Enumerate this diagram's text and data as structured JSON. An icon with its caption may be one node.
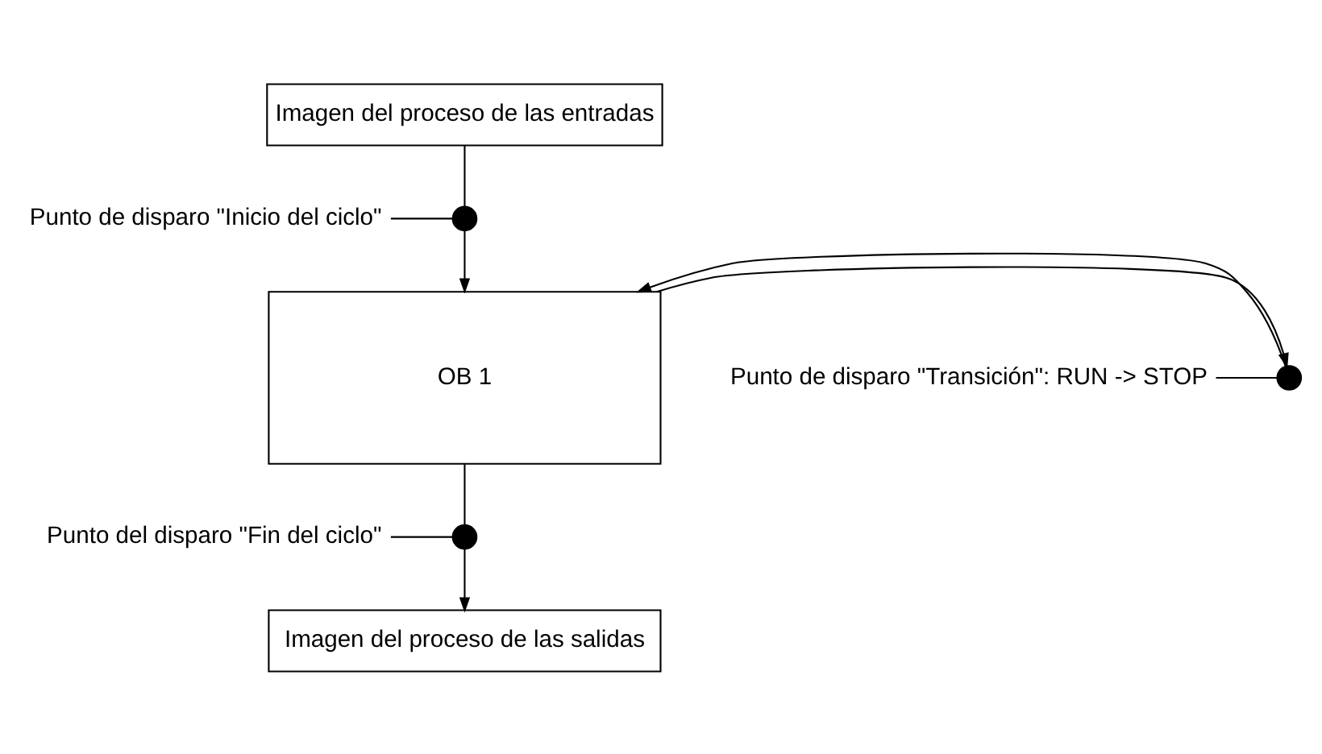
{
  "diagram": {
    "nodes": [
      {
        "text": [
          "Imagen del proceso de las entradas"
        ]
      },
      {
        "text": [],
        "shape": "circle"
      },
      {
        "text": [
          "Punto de disparo \"Inicio del ciclo\""
        ]
      },
      {
        "text": [
          "OB 1"
        ]
      },
      {
        "text": [],
        "shape": "circle"
      },
      {
        "text": [
          "Punto de disparo \"Transición\": RUN -> STOP"
        ]
      },
      {
        "text": [],
        "shape": "circle"
      },
      {
        "text": [
          "Punto del disparo \"Fin del ciclo\""
        ]
      },
      {
        "text": [
          "Imagen del proceso de las salidas"
        ]
      }
    ],
    "edges": [
      {
        "from": 0,
        "to": 1,
        "arrow": "none"
      },
      {
        "from": 1,
        "to": 3,
        "arrow": "to"
      },
      {
        "from": 2,
        "to": 1,
        "arrow": "none"
      },
      {
        "from": 3,
        "to": 4,
        "arrow": "to"
      },
      {
        "from": 4,
        "to": 3,
        "arrow": "to"
      },
      {
        "from": 5,
        "to": 4,
        "arrow": "none"
      },
      {
        "from": 3,
        "to": 6,
        "arrow": "none"
      },
      {
        "from": 6,
        "to": 8,
        "arrow": "to"
      },
      {
        "from": 7,
        "to": 6,
        "arrow": "none"
      }
    ]
  }
}
